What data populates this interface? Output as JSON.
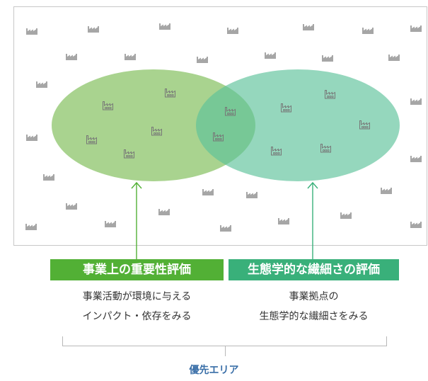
{
  "left_label": {
    "title": "事業上の重要性評価",
    "desc_line1": "事業活動が環境に与える",
    "desc_line2": "インパクト・依存をみる"
  },
  "right_label": {
    "title": "生態学的な繊細さの評価",
    "desc_line1": "事業拠点の",
    "desc_line2": "生態学的な繊細さをみる"
  },
  "bracket_label": "優先エリア",
  "colors": {
    "left_green": "#8cc46a",
    "right_teal": "#5cc19a",
    "left_tag_bg": "#52b035",
    "right_tag_bg": "#39b07a",
    "priority_text": "#3a6fa8",
    "icon": "#a6a6a6",
    "frame": "#c8c8c8"
  },
  "icon_name": "factory-icon"
}
